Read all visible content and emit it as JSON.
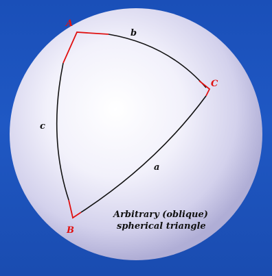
{
  "diagram": {
    "vertices": {
      "A": "A",
      "B": "B",
      "C": "C"
    },
    "sides": {
      "a": "a",
      "b": "b",
      "c": "c"
    },
    "caption": {
      "line1": "Arbitrary (oblique)",
      "line2": "spherical triangle"
    },
    "colors": {
      "background": "#1f58c4",
      "sphere_light": "#ffffff",
      "sphere_shade": "#b8b6dc",
      "arc": "#111111",
      "angle_marks": "#e01010",
      "vertex_labels": "#e01010"
    }
  }
}
